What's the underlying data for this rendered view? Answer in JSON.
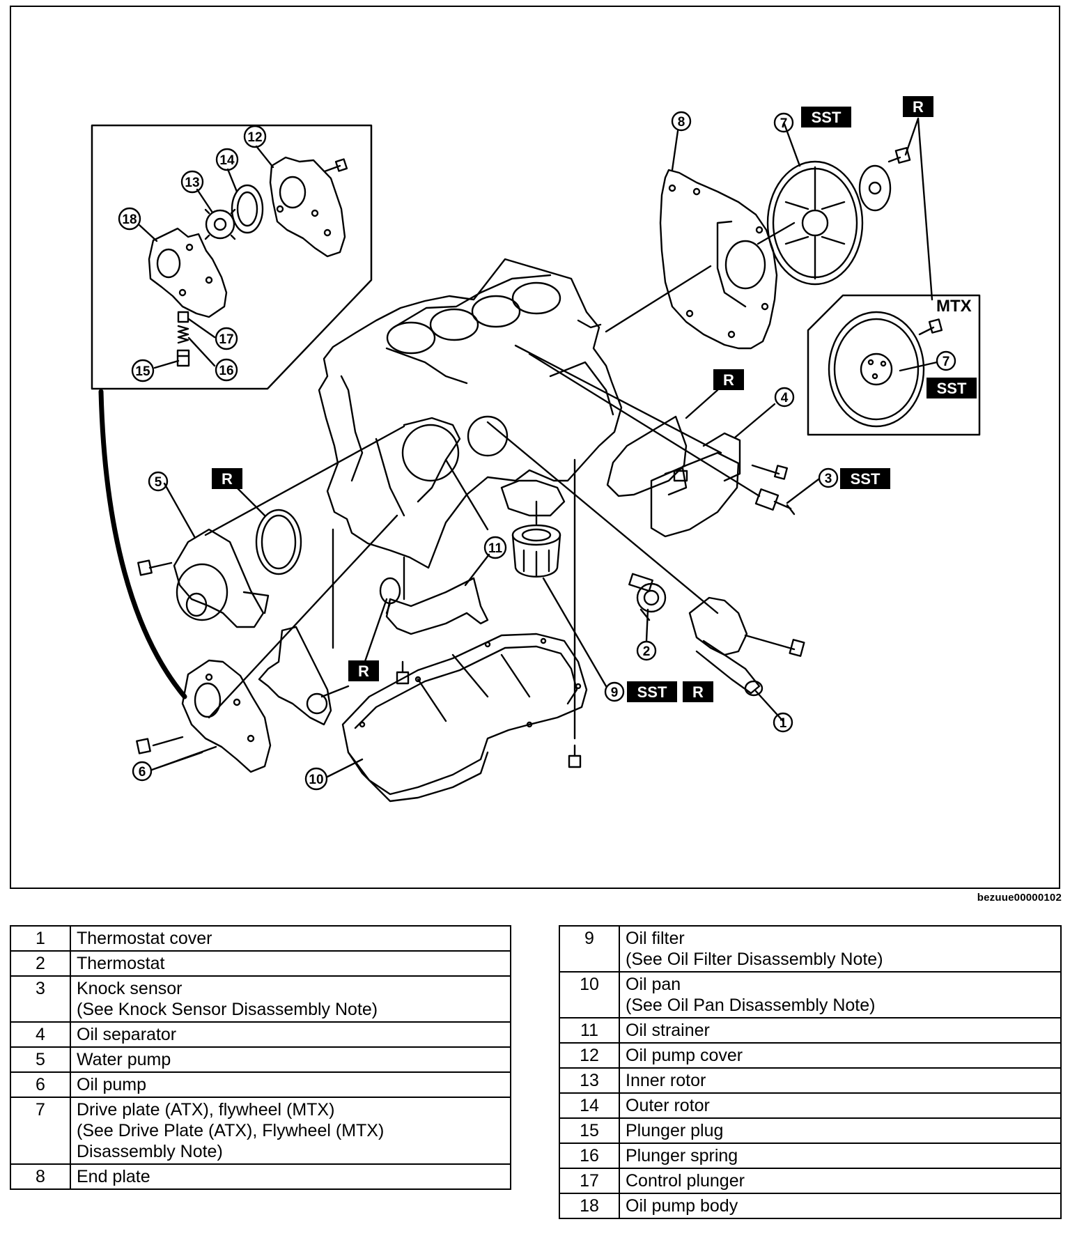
{
  "diagram": {
    "image_id": "bezuue00000102",
    "callouts": [
      "1",
      "2",
      "3",
      "4",
      "5",
      "6",
      "7",
      "7",
      "8",
      "9",
      "10",
      "11",
      "12",
      "13",
      "14",
      "15",
      "16",
      "17",
      "18"
    ],
    "tags": {
      "sst": "SST",
      "r": "R",
      "mtx": "MTX"
    }
  },
  "parts_left": [
    {
      "num": "1",
      "name": "Thermostat cover"
    },
    {
      "num": "2",
      "name": "Thermostat"
    },
    {
      "num": "3",
      "name": "Knock sensor\n(See Knock Sensor Disassembly Note)"
    },
    {
      "num": "4",
      "name": "Oil separator"
    },
    {
      "num": "5",
      "name": "Water pump"
    },
    {
      "num": "6",
      "name": "Oil pump"
    },
    {
      "num": "7",
      "name": "Drive plate (ATX), flywheel (MTX)\n(See Drive Plate (ATX), Flywheel (MTX)\nDisassembly Note)"
    },
    {
      "num": "8",
      "name": "End plate"
    }
  ],
  "parts_right": [
    {
      "num": "9",
      "name": "Oil filter\n(See Oil Filter Disassembly Note)"
    },
    {
      "num": "10",
      "name": "Oil pan\n(See Oil Pan Disassembly Note)"
    },
    {
      "num": "11",
      "name": "Oil strainer"
    },
    {
      "num": "12",
      "name": "Oil pump cover"
    },
    {
      "num": "13",
      "name": "Inner rotor"
    },
    {
      "num": "14",
      "name": "Outer rotor"
    },
    {
      "num": "15",
      "name": "Plunger plug"
    },
    {
      "num": "16",
      "name": "Plunger spring"
    },
    {
      "num": "17",
      "name": "Control plunger"
    },
    {
      "num": "18",
      "name": "Oil pump body"
    }
  ]
}
